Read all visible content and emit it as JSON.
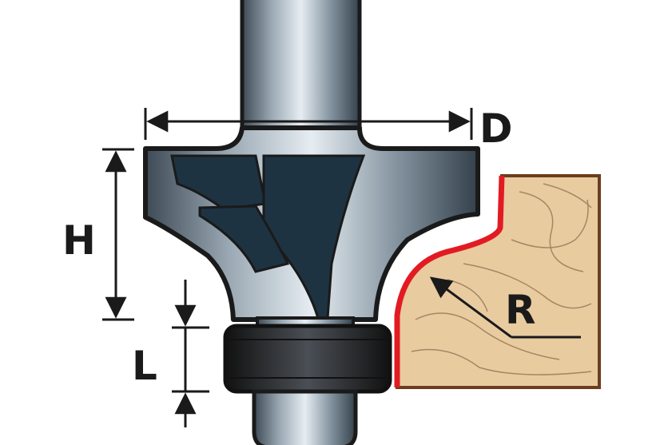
{
  "labels": {
    "diameter": "D",
    "height": "H",
    "bearing_length": "L",
    "radius": "R"
  },
  "colors": {
    "outline": "#1a1a1a",
    "cut_edge": "#e21b23",
    "wood": "#e9cba0",
    "wood_border": "#6b3d1e",
    "carbide": "#1e3342"
  }
}
